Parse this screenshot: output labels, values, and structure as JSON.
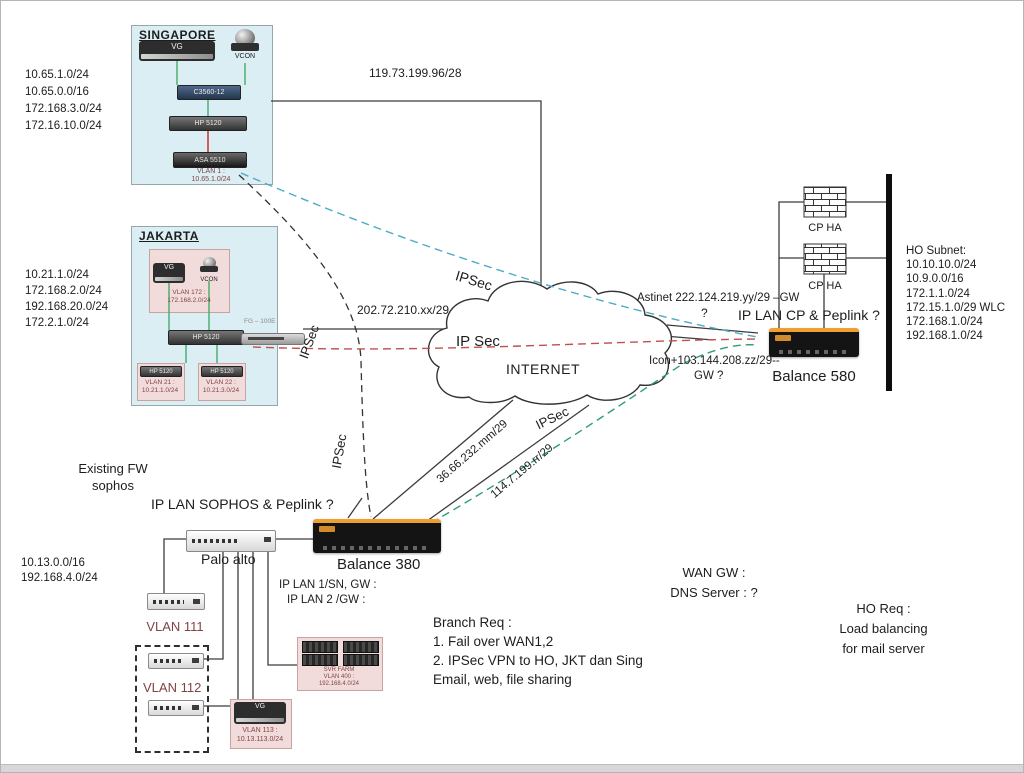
{
  "singapore": {
    "title": "SINGAPORE",
    "vg_label": "VG",
    "vcon_label": "VCON",
    "switch_top": "C3560-12",
    "switch_mid": "HP 5120",
    "firewall": "ASA 5510",
    "vlan_line1": "VLAN 1 :",
    "vlan_line2": "10.65.1.0/24",
    "subnets": [
      "10.65.1.0/24",
      "10.65.0.0/16",
      "172.168.3.0/24",
      "172.16.10.0/24"
    ]
  },
  "jakarta": {
    "title": "JAKARTA",
    "vg_label": "VG",
    "vcon_label": "VCON",
    "vlan172_line1": "VLAN 172 :",
    "vlan172_line2": "172.168.2.0/24",
    "switch_main": "HP 5120",
    "fortigate": "FG – 100E",
    "vlan21_dev": "HP 5120",
    "vlan21_line1": "VLAN 21 :",
    "vlan21_line2": "10.21.1.0/24",
    "vlan22_dev": "HP 5120",
    "vlan22_line1": "VLAN 22 :",
    "vlan22_line2": "10.21.3.0/24",
    "subnets": [
      "10.21.1.0/24",
      "172.168.2.0/24",
      "192.168.20.0/24",
      "172.2.1.0/24"
    ]
  },
  "internet": {
    "ipsec": "IP Sec",
    "name": "INTERNET"
  },
  "links": {
    "singapore_wan": "119.73.199.96/28",
    "jakarta_wan": "202.72.210.xx/29",
    "wan1": "36.66.232.mm/29",
    "wan2": "114.7.199.rr/29",
    "ipsec_blue": "IPSec",
    "ipsec_jakarta": "IPSec",
    "ipsec_branch": "IPSec",
    "ipsec_wan2": "IPSec",
    "astinet": "Astinet 222.124.219.yy/29 –GW",
    "astinet_q": "?",
    "icon": "Icon+103.144.208.zz/29--",
    "icon_gw": "GW ?"
  },
  "ho": {
    "iplan": "IP LAN CP & Peplink ?",
    "fw1": "CP HA",
    "fw2": "CP HA",
    "balance": "Balance 580",
    "subnet_title": "HO Subnet:",
    "subnets": [
      "10.10.10.0/24",
      "10.9.0.0/16",
      "172.1.1.0/24",
      "172.15.1.0/29 WLC",
      "172.168.1.0/24",
      "192.168.1.0/24"
    ],
    "req_title": "HO Req :",
    "req_line1": "Load balancing",
    "req_line2": "for mail server"
  },
  "branch": {
    "existing_fw_line1": "Existing FW",
    "existing_fw_line2": "sophos",
    "iplan": "IP LAN SOPHOS & Peplink ?",
    "palo_alto": "Palo alto",
    "balance": "Balance 380",
    "iplan1": "IP LAN 1/SN, GW :",
    "iplan2": "IP LAN 2 /GW :",
    "subnets": [
      "10.13.0.0/16",
      "192.168.4.0/24"
    ],
    "vlan111": "VLAN 111",
    "vlan112": "VLAN 112",
    "vg_label": "VG",
    "vlan113_line1": "VLAN 113 :",
    "vlan113_line2": "10.13.113.0/24",
    "svr_line1": "SVR FARM",
    "svr_line2": "VLAN 400 :",
    "svr_line3": "192.168.4.0/24",
    "req_title": "Branch Req :",
    "req_line1": "1. Fail over WAN1,2",
    "req_line2": "2. IPSec VPN to HO, JKT dan Sing",
    "req_line3": "Email, web, file sharing"
  },
  "notes": {
    "wan_gw": "WAN GW :",
    "dns": "DNS Server : ?"
  },
  "colors": {
    "ipsec_blue": "#4bacc6",
    "ipsec_red": "#c0504d",
    "ipsec_green": "#2e9e74",
    "box_blue": "#daeef3",
    "box_pink": "#f2dcdb",
    "peplink_orange": "#f0a030"
  }
}
